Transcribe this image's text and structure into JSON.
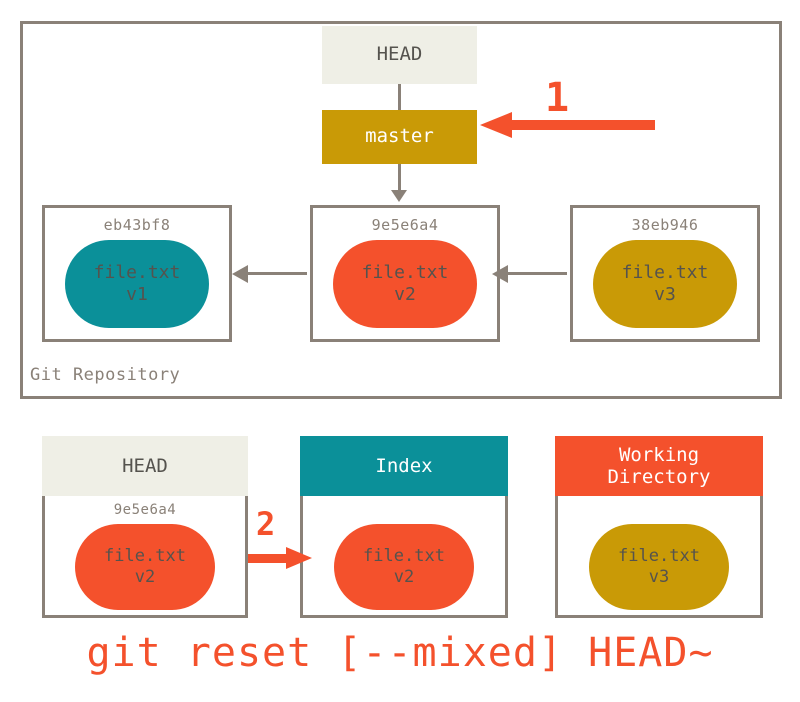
{
  "diagram": {
    "command_caption": "git reset [--mixed] HEAD~",
    "repository": {
      "label": "Git Repository",
      "head_label": "HEAD",
      "branch_label": "master",
      "annotation_1": "1",
      "commits": [
        {
          "hash": "eb43bf8",
          "file": "file.txt",
          "version": "v1",
          "color": "#0b9099"
        },
        {
          "hash": "9e5e6a4",
          "file": "file.txt",
          "version": "v2",
          "color": "#f4512c"
        },
        {
          "hash": "38eb946",
          "file": "file.txt",
          "version": "v3",
          "color": "#c99a06"
        }
      ]
    },
    "areas": {
      "annotation_2": "2",
      "columns": [
        {
          "title": "HEAD",
          "hash": "9e5e6a4",
          "file": "file.txt",
          "version": "v2",
          "header_bg": "#efefe6",
          "blob_color": "#f4512c"
        },
        {
          "title": "Index",
          "hash": "",
          "file": "file.txt",
          "version": "v2",
          "header_bg": "#0b9099",
          "blob_color": "#f4512c"
        },
        {
          "title": "Working\nDirectory",
          "hash": "",
          "file": "file.txt",
          "version": "v3",
          "header_bg": "#f4512c",
          "blob_color": "#c99a06"
        }
      ]
    }
  },
  "colors": {
    "teal": "#0b9099",
    "orange_red": "#f4512c",
    "gold": "#c99a06",
    "off_white": "#efefe6",
    "gray_border": "#8a8178",
    "gray_text": "#55534e"
  }
}
